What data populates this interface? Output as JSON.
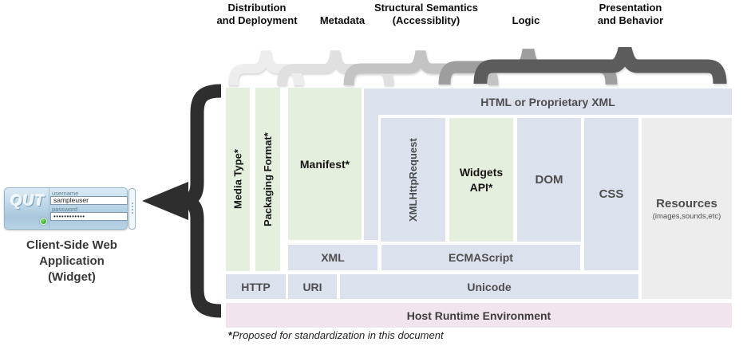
{
  "top_labels": {
    "distribution": "Distribution\nand Deployment",
    "metadata": "Metadata",
    "structural": "Structural Semantics\n(Accessiblity)",
    "logic": "Logic",
    "presentation": "Presentation\nand Behavior"
  },
  "blocks": {
    "media_type": "Media Type*",
    "packaging_format": "Packaging Format*",
    "manifest": "Manifest*",
    "html_band": "HTML or Proprietary XML",
    "xmlhttprequest": "XMLHttpRequest",
    "widgets_api": "Widgets\nAPI*",
    "dom": "DOM",
    "css": "CSS",
    "resources_title": "Resources",
    "resources_sub": "(images,sounds,etc)",
    "xml": "XML",
    "ecmascript": "ECMAScript",
    "http": "HTTP",
    "uri": "URI",
    "unicode": "Unicode",
    "host": "Host Runtime Environment"
  },
  "widget": {
    "logo": "QUT",
    "username_label": "username",
    "username_value": "sampleuser",
    "password_label": "password",
    "password_value": "••••••••••••",
    "caption": "Client-Side Web\nApplication\n(Widget)"
  },
  "footnote": {
    "marker": "*",
    "text": "Proposed for standardization in this document"
  },
  "colors": {
    "block_green": "#e5efde",
    "block_blue": "#dbe2ee",
    "block_gray": "#ededed",
    "host_pink": "#f2e4ef",
    "brace_1": "#ededed",
    "brace_2": "#e0e0e0",
    "brace_3": "#c4c4c4",
    "brace_4": "#9e9e9e",
    "brace_5": "#5c5c5c",
    "black_brace": "#2e2e2e",
    "status_green": "#3cb82e"
  }
}
